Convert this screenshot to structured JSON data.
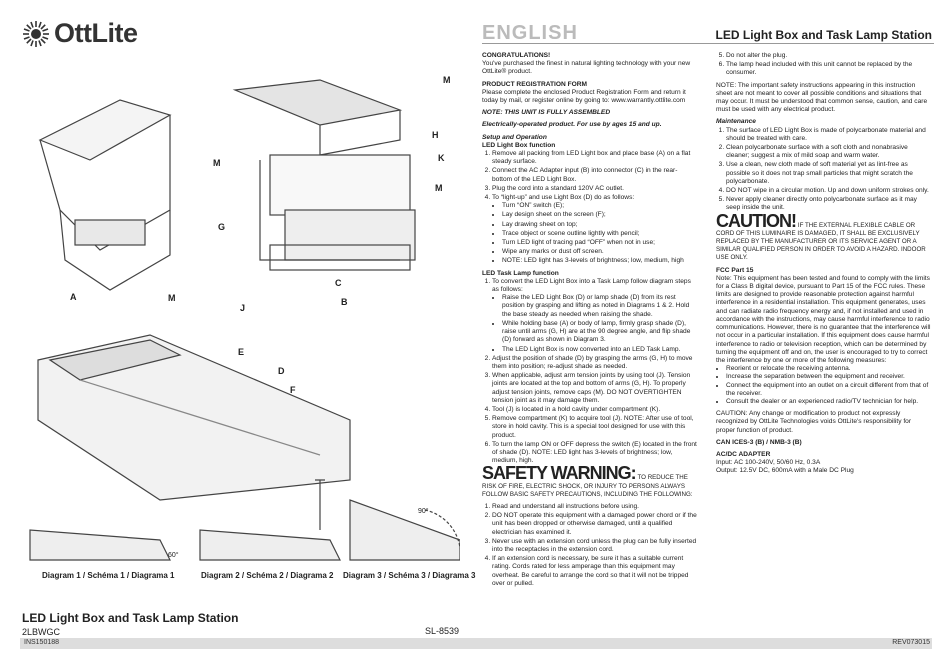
{
  "header": {
    "logo_text": "OttLite",
    "top_title": "LED Light Box and Task Lamp Station",
    "language": "ENGLISH"
  },
  "figures": {
    "labels": [
      "M",
      "H",
      "K",
      "M",
      "M",
      "G",
      "A",
      "M",
      "J",
      "C",
      "B",
      "E",
      "D",
      "F"
    ],
    "angle_60": "60°",
    "angle_90": "90°",
    "diagram1": "Diagram 1 / Schéma 1 / Diagrama 1",
    "diagram2": "Diagram 2 / Schéma 2 / Diagrama 2",
    "diagram3": "Diagram 3 / Schéma 3 / Diagrama 3"
  },
  "col1": {
    "congrats_head": "CONGRATULATIONS!",
    "congrats": "You've purchased the finest in natural lighting technology with your new OttLite® product.",
    "reg_head": "PRODUCT REGISTRATION FORM",
    "reg": "Please complete the enclosed Product Registration Form and return it today by mail, or register online by going to: www.warrantly.ottlite.com",
    "assembled": "NOTE: THIS UNIT IS FULLY ASSEMBLED",
    "electric": "Electrically-operated product. For use by ages 15 and up.",
    "setup_head": "Setup and Operation",
    "lightbox_head": "LED Light Box function",
    "lightbox_steps": [
      "Remove all packing from LED Light box and place base (A) on a flat steady surface.",
      "Connect the AC Adapter input (B) into connector (C) in the rear-bottom of the LED Light Box.",
      "Plug the cord into a standard 120V AC outlet.",
      "To “light-up” and use Light Box (D) do as follows:"
    ],
    "lightbox_bullets": [
      "Turn “ON” switch (E);",
      "Lay design sheet on the screen (F);",
      "Lay drawing sheet on top;",
      "Trace object or scene outline lightly with pencil;",
      "Turn LED light of tracing pad “OFF” when not in use;",
      "Wipe any marks or dust off screen.",
      "NOTE: LED light has 3-levels of brightness; low, medium, high"
    ],
    "lamp_head": "LED Task Lamp function",
    "lamp_steps": [
      "To convert the LED Light Box into a Task Lamp follow diagram steps as follows:",
      "Adjust the position of shade (D) by grasping the arms (G, H) to move them into position; re-adjust shade as needed.",
      "When applicable, adjust arm tension joints by using tool (J). Tension joints are located at the top and bottom of arms (G, H). To properly adjust tension joints, remove caps (M). DO NOT OVERTIGHTEN tension joint as it may damage them.",
      "Tool (J) is located in a hold cavity under compartment (K).",
      "Remove compartment (K) to acquire tool (J). NOTE: After use of tool, store in hold cavity. This is a special tool designed for use with this product.",
      "To turn the lamp ON or OFF depress the switch (E) located in the front of shade (D). NOTE: LED light has 3-levels of brightness; low, medium, high."
    ],
    "lamp_bullets": [
      "Raise the LED Light Box (D) or lamp shade (D) from its rest position by grasping and lifting as noted in Diagrams 1 & 2. Hold the base steady as needed when raising the shade.",
      "While holding base (A) or body of lamp, firmly grasp shade (D), raise until arms (G, H) are at the 90 degree angle, and flip shade (D) forward as shown in Diagram 3.",
      "The LED Light Box is now converted into an LED Task Lamp."
    ],
    "safety_big": "SAFETY WARNING:",
    "safety_caps": "TO REDUCE THE RISK OF FIRE, ELECTRIC SHOCK, OR INJURY TO PERSONS ALWAYS FOLLOW BASIC SAFETY PRECAUTIONS, INCLUDING THE FOLLOWING:",
    "safety_steps": [
      "Read and understand all instructions before using.",
      "DO NOT operate this equipment with a damaged power chord or if the unit has been dropped or otherwise damaged, until a qualified electrician has examined it.",
      "Never use with an extension cord unless the plug can be fully inserted into the receptacles in the extension cord.",
      "If an extension cord is necessary, be sure it has a suitable current rating. Cords rated for less amperage than this equipment may overheat. Be careful to arrange the cord so that it will not be tripped over or pulled."
    ]
  },
  "col2": {
    "steps_cont": [
      "Do not alter the plug.",
      "The lamp head included with this unit cannot be replaced by the consumer."
    ],
    "note": "NOTE: The important safety instructions appearing in this instruction sheet are not meant to cover all possible conditions and situations that may occur. It must be understood that common sense, caution, and care must be used with any electrical product.",
    "maint_head": "Maintenance",
    "maint_steps": [
      "The surface of LED Light Box is made of polycarbonate material and should be treated with care.",
      "Clean polycarbonate surface with a soft cloth and nonabrasive cleaner; suggest a mix of mild soap and warm water.",
      "Use a clean, new cloth made of soft material yet as lint-free as possible so it does not trap small particles that might scratch the polycarbonate.",
      "DO NOT wipe in a circular motion. Up and down uniform strokes only.",
      "Never apply cleaner directly onto polycarbonate surface as it may seep inside the unit."
    ],
    "caution_big": "CAUTION!",
    "caution_caps": "IF THE EXTERNAL FLEXIBLE CABLE OR CORD OF THIS LUMINAIRE IS DAMAGED, IT SHALL BE EXCLUSIVELY REPLACED BY THE MANUFACTURER OR ITS SERVICE AGENT OR A SIMILAR QUALIFIED PERSON IN ORDER TO AVOID A HAZARD. INDOOR USE ONLY.",
    "fcc_head": "FCC Part 15",
    "fcc": "Note: This equipment has been tested and found to comply with the limits for a Class B digital device, pursuant to Part 15 of the FCC rules. These limits are designed to provide reasonable protection against harmful interference in a residential installation. This equipment generates, uses and can radiate radio frequency energy and, if not installed and used in accordance with the instructions, may cause harmful interference to radio communications. However, there is no guarantee that the interference will not occur in a particular installation. If this equipment does cause harmful interference to radio or television reception, which can be determined by turning the equipment off and on, the user is encouraged to try to correct the interference by one or more of the following measures:",
    "fcc_bullets": [
      "Reorient or relocate the receiving antenna.",
      "Increase the separation between the equipment and receiver.",
      "Connect the equipment into an outlet on a circuit different from that of the receiver.",
      "Consult the dealer or an experienced radio/TV technician for help."
    ],
    "caution2": "CAUTION: Any change or modification to product not expressly recognized by OttLite Technologies voids OttLite's responsibility for proper function of product.",
    "ices": "CAN ICES-3 (B) / NMB-3 (B)",
    "adapter_head": "AC/DC ADAPTER",
    "adapter_input": "Input: AC 100-240V, 50/60 Hz, 0.3A",
    "adapter_output": "Output: 12.5V DC, 600mA with a Male DC Plug"
  },
  "footer": {
    "title": "LED Light Box and Task Lamp Station",
    "model": "2LBWGC",
    "sl": "SL-8539",
    "ins": "INS150188",
    "rev": "REV073015"
  }
}
